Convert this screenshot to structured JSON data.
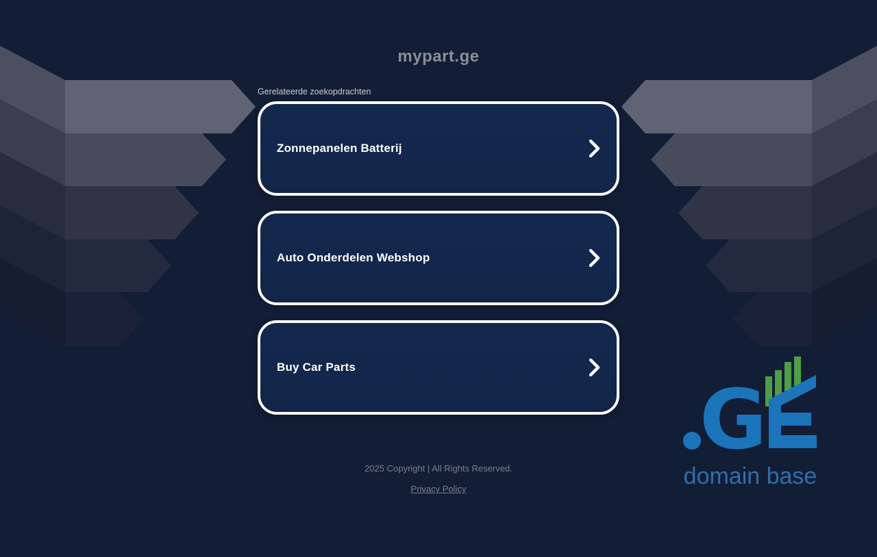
{
  "header": {
    "title": "mypart.ge"
  },
  "related_searches": {
    "section_label": "Gerelateerde zoekopdrachten",
    "items": [
      {
        "label": "Zonnepanelen Batterij"
      },
      {
        "label": "Auto Onderdelen Webshop"
      },
      {
        "label": "Buy Car Parts"
      }
    ]
  },
  "footer": {
    "copyright": "2025 Copyright | All Rights Reserved.",
    "privacy_policy": "Privacy Policy"
  },
  "logo": {
    "tld": ".GE",
    "g_char": "G",
    "tagline": "domain base",
    "colors": {
      "blue": "#1c74ba",
      "green": "#4f9e47"
    }
  },
  "icons": {
    "card_arrow": "chevron-right"
  }
}
